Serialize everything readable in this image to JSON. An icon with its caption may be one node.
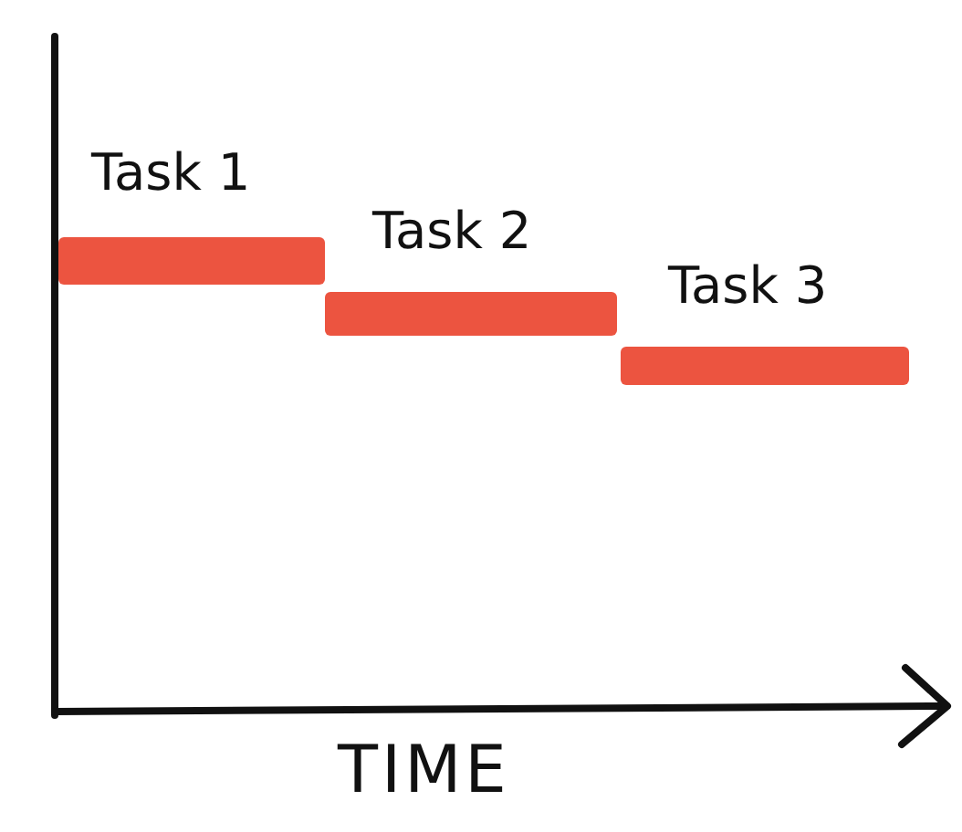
{
  "diagram": {
    "nodes": [
      {
        "text": [
          "Task 1"
        ]
      },
      {
        "text": [
          "Task 2"
        ]
      },
      {
        "text": [
          "Task 3"
        ]
      }
    ],
    "labels": [
      "TIME"
    ]
  }
}
